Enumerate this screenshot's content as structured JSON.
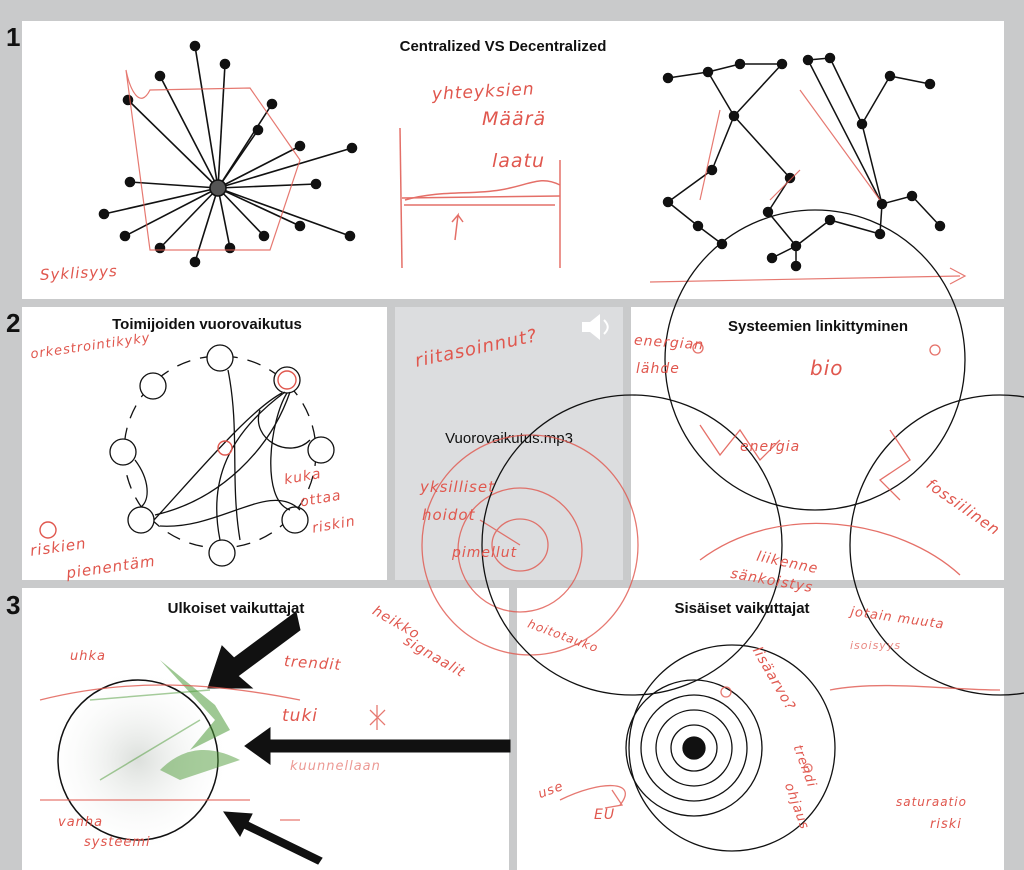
{
  "rows": [
    {
      "number": "1",
      "panels": [
        {
          "title": "Centralized VS Decentralized"
        }
      ]
    },
    {
      "number": "2",
      "panels": [
        {
          "title": "Toimijoiden vuorovaikutus"
        },
        {
          "audio_file": "Vuorovaikutus.mp3",
          "icon": "speaker-icon"
        },
        {
          "title": "Systeemien linkittyminen"
        }
      ]
    },
    {
      "number": "3",
      "panels": [
        {
          "title": "Ulkoiset vaikuttajat"
        },
        {
          "title": "Sisäiset vaikuttajat"
        }
      ]
    }
  ],
  "handwriting": {
    "sykliisyys": "Syklisyys",
    "yhteyksien": "yhteyksien",
    "maara": "Määrä",
    "laatu": "laatu",
    "orkestrointi": "orkestrointikyky",
    "kuka_ottaa_riskin": [
      "kuka",
      "ottaa",
      "riskin"
    ],
    "riskien_pienentaminen": [
      "riskien",
      "pienentäm"
    ],
    "riitasoinnut": "riitasoinnut?",
    "yksilliset": "yksilliset",
    "hoidot": "hoidot",
    "pimellut": "pimellut",
    "energian_lahde": [
      "energian",
      "lähde"
    ],
    "bio": "bio",
    "energia": "energia",
    "fossiilinen": "fossiilinen",
    "liikenne": "liikenne",
    "sanko": "sänkoistys",
    "heikko_signaalit": [
      "heikko",
      "signaalit"
    ],
    "uhka": "uhka",
    "trendit": "trendit",
    "tuki": "tuki",
    "vanha_systeemi": [
      "vanha",
      "systeemi"
    ],
    "kuunnellaan": "kuunnellaan",
    "hoitotauko": "hoitotauko",
    "saturaatio": [
      "saturaatio",
      "riski"
    ],
    "isoisyys": "isoisyys",
    "lisaarvo": "lisäarvo?",
    "trendi_ohjaus": [
      "trendi",
      "ohjaus"
    ],
    "use_eu": [
      "use",
      "EU"
    ],
    "muita": "jotain muuta"
  },
  "colors": {
    "background": "#c9cacb",
    "panel": "#ffffff",
    "gray_panel": "#dcdddf",
    "ink": "#111111",
    "crayon_red": "#e0574e",
    "crayon_green": "#4f9b3a"
  }
}
